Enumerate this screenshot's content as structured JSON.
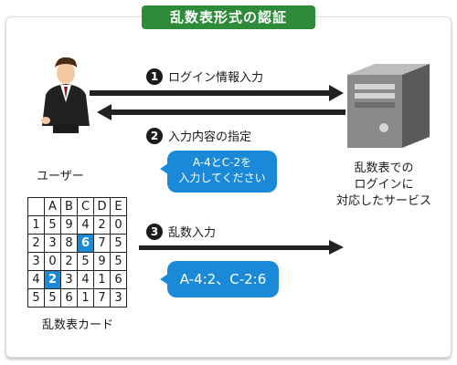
{
  "title": "乱数表形式の認証",
  "user_label": "ユーザー",
  "server_caption": [
    "乱数表での",
    "ログインに",
    "対応したサービス"
  ],
  "steps": [
    {
      "num": "1",
      "label": "ログイン情報入力",
      "direction": "right"
    },
    {
      "num": "2",
      "label": "入力内容の指定",
      "direction": "left"
    },
    {
      "num": "3",
      "label": "乱数入力",
      "direction": "right"
    }
  ],
  "bubble1": {
    "line1": "A-4とC-2を",
    "line2": "入力してください"
  },
  "bubble2": "A-4:2、C-2:6",
  "card_label": "乱数表カード",
  "card": {
    "columns": [
      "",
      "A",
      "B",
      "C",
      "D",
      "E"
    ],
    "rows": [
      {
        "head": "1",
        "cells": [
          "5",
          "9",
          "4",
          "2",
          "0"
        ]
      },
      {
        "head": "2",
        "cells": [
          "3",
          "8",
          "6",
          "7",
          "5"
        ]
      },
      {
        "head": "3",
        "cells": [
          "0",
          "2",
          "5",
          "9",
          "5"
        ]
      },
      {
        "head": "4",
        "cells": [
          "2",
          "3",
          "4",
          "1",
          "6"
        ]
      },
      {
        "head": "5",
        "cells": [
          "5",
          "6",
          "1",
          "7",
          "3"
        ]
      }
    ],
    "highlighted": [
      {
        "row": 1,
        "col": 2
      },
      {
        "row": 3,
        "col": 0
      }
    ]
  },
  "colors": {
    "accent": "#2e8b3a",
    "highlight": "#1a8ad8",
    "arrow": "#222222"
  }
}
